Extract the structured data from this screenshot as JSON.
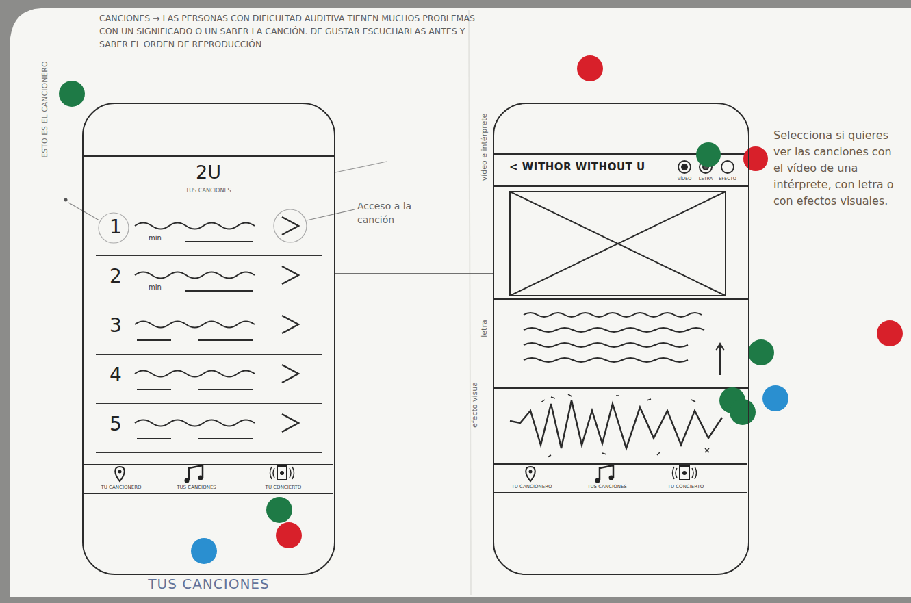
{
  "diagram": {
    "nodes": [
      {
        "text": [
          "TUS CANCIONES"
        ]
      },
      {
        "text": [
          "2U",
          "TUS CANCIONES"
        ],
        "in": 0
      },
      {
        "text": [
          "1",
          "min"
        ],
        "in": 0
      },
      {
        "text": [
          "2",
          "min"
        ],
        "in": 0
      },
      {
        "text": [
          "3"
        ],
        "in": 0
      },
      {
        "text": [
          "4"
        ],
        "in": 0
      },
      {
        "text": [
          "5"
        ],
        "in": 0
      },
      {
        "text": [
          "TU CANCIONERO",
          "TUS CANCIONES",
          "TU CONCIERTO"
        ],
        "in": 0
      },
      {
        "text": [
          "< WITHOR WITHOUT U"
        ]
      },
      {
        "text": [
          "TU CANCIONERO",
          "TUS CANCIONES",
          "TU CONCIERTO"
        ],
        "in": 8
      }
    ],
    "edges": [
      {
        "from": 0,
        "to": 8,
        "arrow": "none"
      }
    ],
    "labels": [
      "CANCIONES → LAS PERSONAS CON DIFICULTAD AUDITIVA TIENEN MUCHOS PROBLEMAS CON UN SIGNIFICADO O UN SABER LA CANCIÓN. DE GUSTAR ESCUCHARLAS ANTES Y SABER EL ORDEN DE REPRODUCCIÓN",
      "ESTO ES EL CANCIONERO",
      "Acceso a la canción",
      "vídeo e intérprete",
      "letra",
      "efecto visual",
      "VÍDEO",
      "LETRA",
      "EFECTO",
      "Selecciona si quieres ver las canciones con el vídeo de una intérprete, con letra o con efectos visuales."
    ]
  }
}
